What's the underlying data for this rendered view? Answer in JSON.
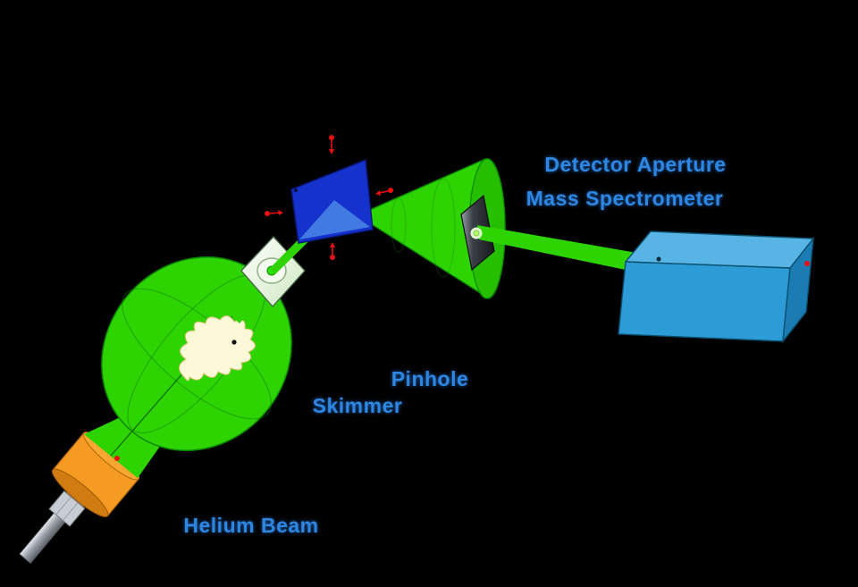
{
  "diagram": {
    "labels": {
      "detector_aperture": "Detector Aperture",
      "mass_spectrometer": "Mass Spectrometer",
      "pinhole": "Pinhole",
      "skimmer": "Skimmer",
      "helium_beam": "Helium Beam"
    },
    "colors": {
      "background": "#000000",
      "beam_green": "#2ed400",
      "beam_green_dark": "#0d8c00",
      "cone_cap_green": "#26bf00",
      "zone_cream": "#fdf8d8",
      "label_blue": "#2f86e0",
      "plate_blue": "#1532cc",
      "plate_blue_highlight": "#4e8ce8",
      "box_blue_top": "#58b4e4",
      "box_blue_front": "#2d9bd6",
      "box_blue_side": "#1b7cb4",
      "nozzle_orange": "#f59a23",
      "marker_red": "#e81010"
    }
  }
}
